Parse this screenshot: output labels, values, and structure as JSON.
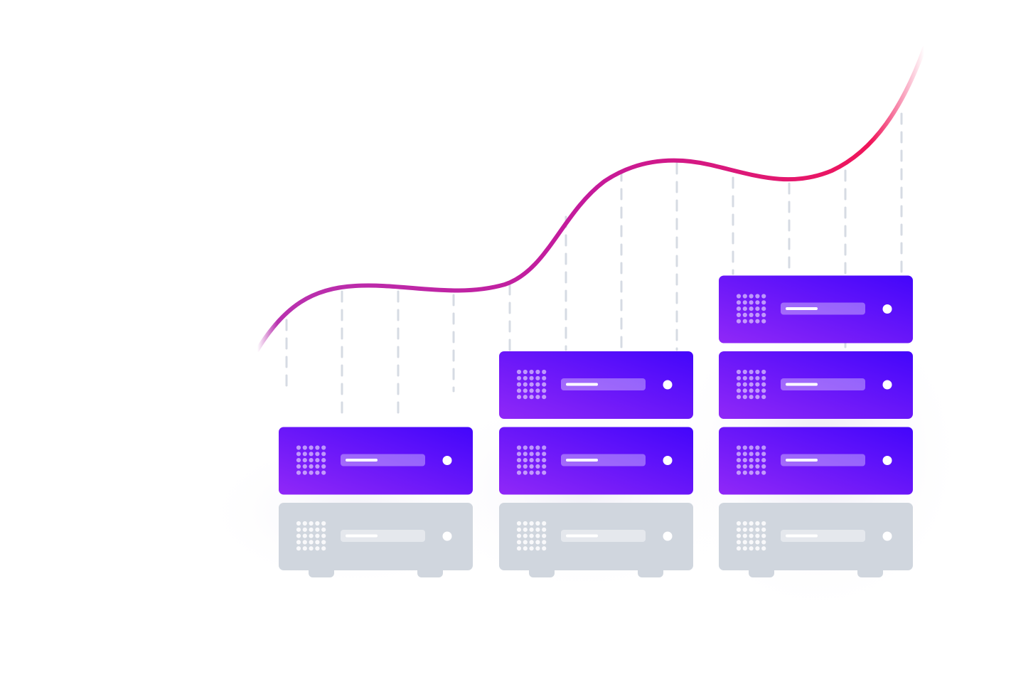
{
  "illustration": {
    "subject": "server-scaling-growth",
    "colors": {
      "background": "#ffffff",
      "curve_start": "#a21caf",
      "curve_mid": "#c026a3",
      "curve_end": "#f0165a",
      "server_light": "#8f28f8",
      "server_mid": "#6a16fb",
      "server_dark": "#4a06fc",
      "server_base": "#d0d6de",
      "guide_line": "#d6dbe3",
      "dot": "#ffffff"
    },
    "stacks": [
      {
        "name": "stack-1",
        "active_units": 1,
        "base_units": 1
      },
      {
        "name": "stack-2",
        "active_units": 2,
        "base_units": 1
      },
      {
        "name": "stack-3",
        "active_units": 3,
        "base_units": 1
      }
    ],
    "icons": {
      "growth_curve": "trend-curve-icon",
      "server_unit": "server-unit-icon",
      "vent_grid": "vent-grid-icon",
      "status_led": "status-led-icon",
      "drive_slot": "drive-slot-icon"
    }
  }
}
